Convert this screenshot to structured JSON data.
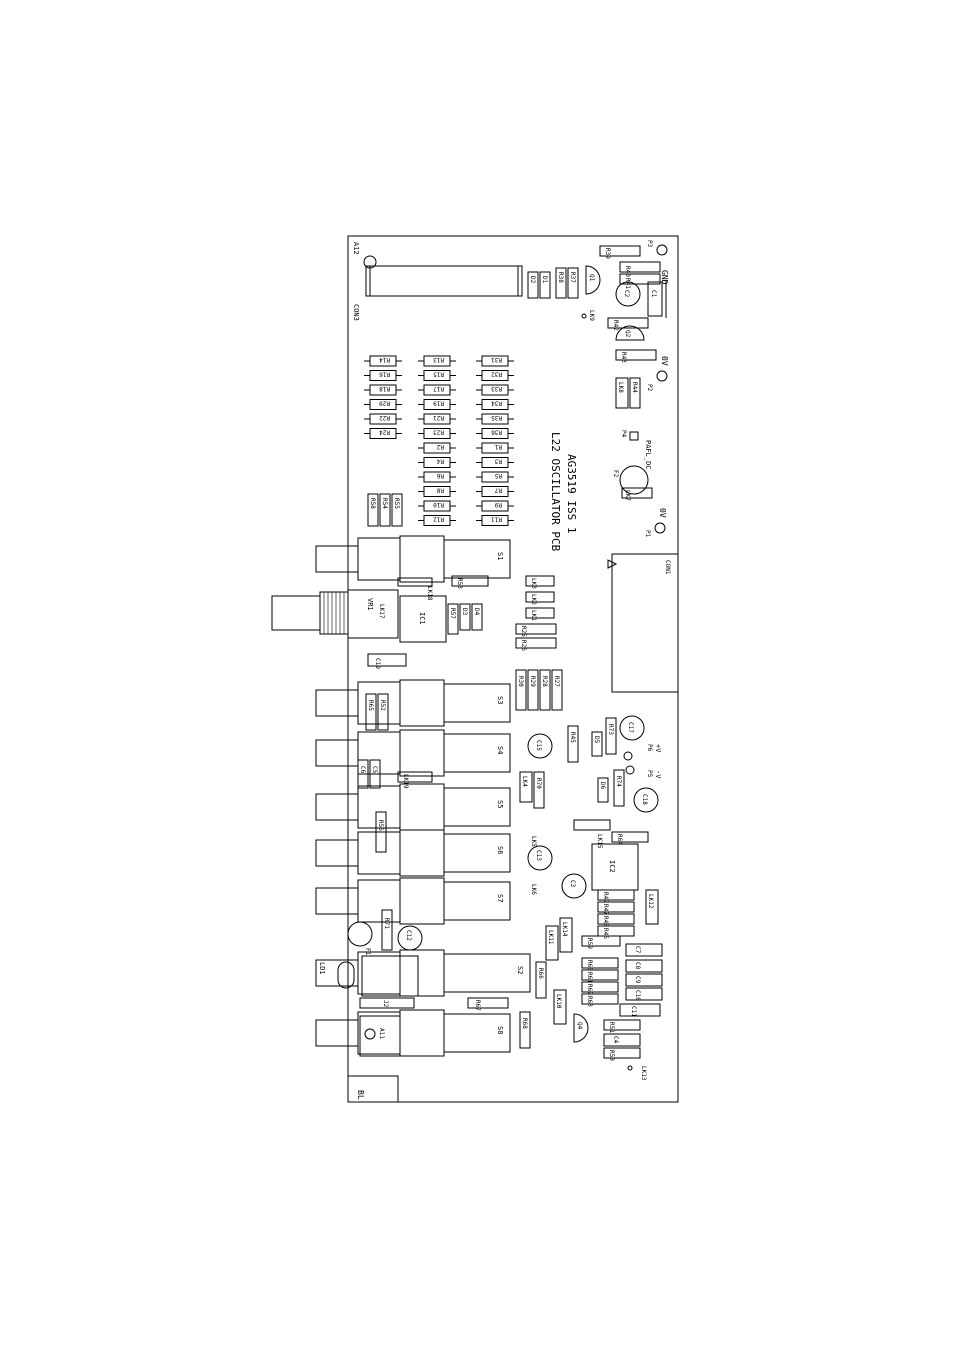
{
  "board": {
    "title_line1": "L22 OSCILLATOR PCB",
    "title_line2": "AG3519 ISS 1",
    "corner_label": "BL"
  },
  "labels": {
    "a12": "A12",
    "con3": "CON3",
    "con1": "CON1",
    "a11": "A11",
    "r39": "R39",
    "r40": "R40",
    "r41": "R41",
    "r42": "R42",
    "r43": "R43",
    "r44": "R44",
    "r38": "R38",
    "r37": "R37",
    "d2": "D2",
    "d1": "D1",
    "q1": "Q1",
    "q2": "Q2",
    "q4": "Q4",
    "c1": "C1",
    "c2": "C2",
    "lk9": "LK9",
    "lk8": "LK8",
    "p1": "P1",
    "p2": "P2",
    "p3": "P3",
    "p4": "P4",
    "p5": "P5",
    "p6": "P6",
    "gnd": "GND",
    "zero_v_a": "0V",
    "zero_v_b": "0V",
    "minus_v": "-V",
    "plus_v": "+V",
    "pafl_dc": "PAFL_DC",
    "f2": "F2",
    "lk7": "LK7",
    "r58": "R58",
    "r54": "R54",
    "r55": "R55",
    "s1": "S1",
    "s2": "S2",
    "s3": "S3",
    "s4": "S4",
    "s5": "S5",
    "s6": "S6",
    "s7": "S7",
    "s8": "S8",
    "lk18": "LK18",
    "r53": "R53",
    "lk3": "LK3",
    "lk2": "LK2",
    "lk1": "LK1",
    "vr1": "VR1",
    "lk17": "LK17",
    "ic1": "IC1",
    "r57": "R57",
    "d3": "D3",
    "d4": "D4",
    "r25": "R25",
    "r26": "R26",
    "c19a": "C19",
    "lk19": "LK19",
    "r30": "R30",
    "r29": "R29",
    "r28": "R28",
    "r27": "R27",
    "r65": "R65",
    "r52": "R52",
    "c15": "C15",
    "r45": "R45",
    "d5": "D5",
    "r73": "R73",
    "c17": "C17",
    "c6": "C6",
    "c5": "C5",
    "lk4": "LK4",
    "r70": "R70",
    "d6": "D6",
    "r74": "R74",
    "c18": "C18",
    "lk15": "LK15",
    "r64": "R64",
    "r56": "R56",
    "lk5": "LK5",
    "c13": "C13",
    "ic2": "IC2",
    "lk6": "LK6",
    "c3": "C3",
    "r49": "R49",
    "r47": "R47",
    "r48": "R48",
    "r46": "R46",
    "lk12": "LK12",
    "r71": "R71",
    "c12": "C12",
    "lk11": "LK11",
    "lk14": "LK14",
    "r59": "R59",
    "c7": "C7",
    "ld1": "LD1",
    "f1": "F1",
    "r66": "R66",
    "r60": "R60",
    "r61": "R61",
    "r62": "R62",
    "r63": "R63",
    "c8": "C8",
    "c9": "C9",
    "c10": "C10",
    "c11": "C11",
    "r67": "R67",
    "r68": "R68",
    "j2": "J2",
    "lk10": "LK10",
    "r51": "R51",
    "c4": "C4",
    "r50": "R50",
    "lk13": "LK13"
  },
  "resistor_banks": {
    "col1": [
      "R14",
      "R16",
      "R18",
      "R20",
      "R22",
      "R24"
    ],
    "col2": [
      "R13",
      "R15",
      "R17",
      "R19",
      "R21",
      "R23",
      "R2",
      "R4",
      "R6",
      "R8",
      "R10",
      "R12"
    ],
    "col3": [
      "R31",
      "R32",
      "R33",
      "R34",
      "R35",
      "R36",
      "R1",
      "R3",
      "R5",
      "R7",
      "R9",
      "R11"
    ]
  }
}
